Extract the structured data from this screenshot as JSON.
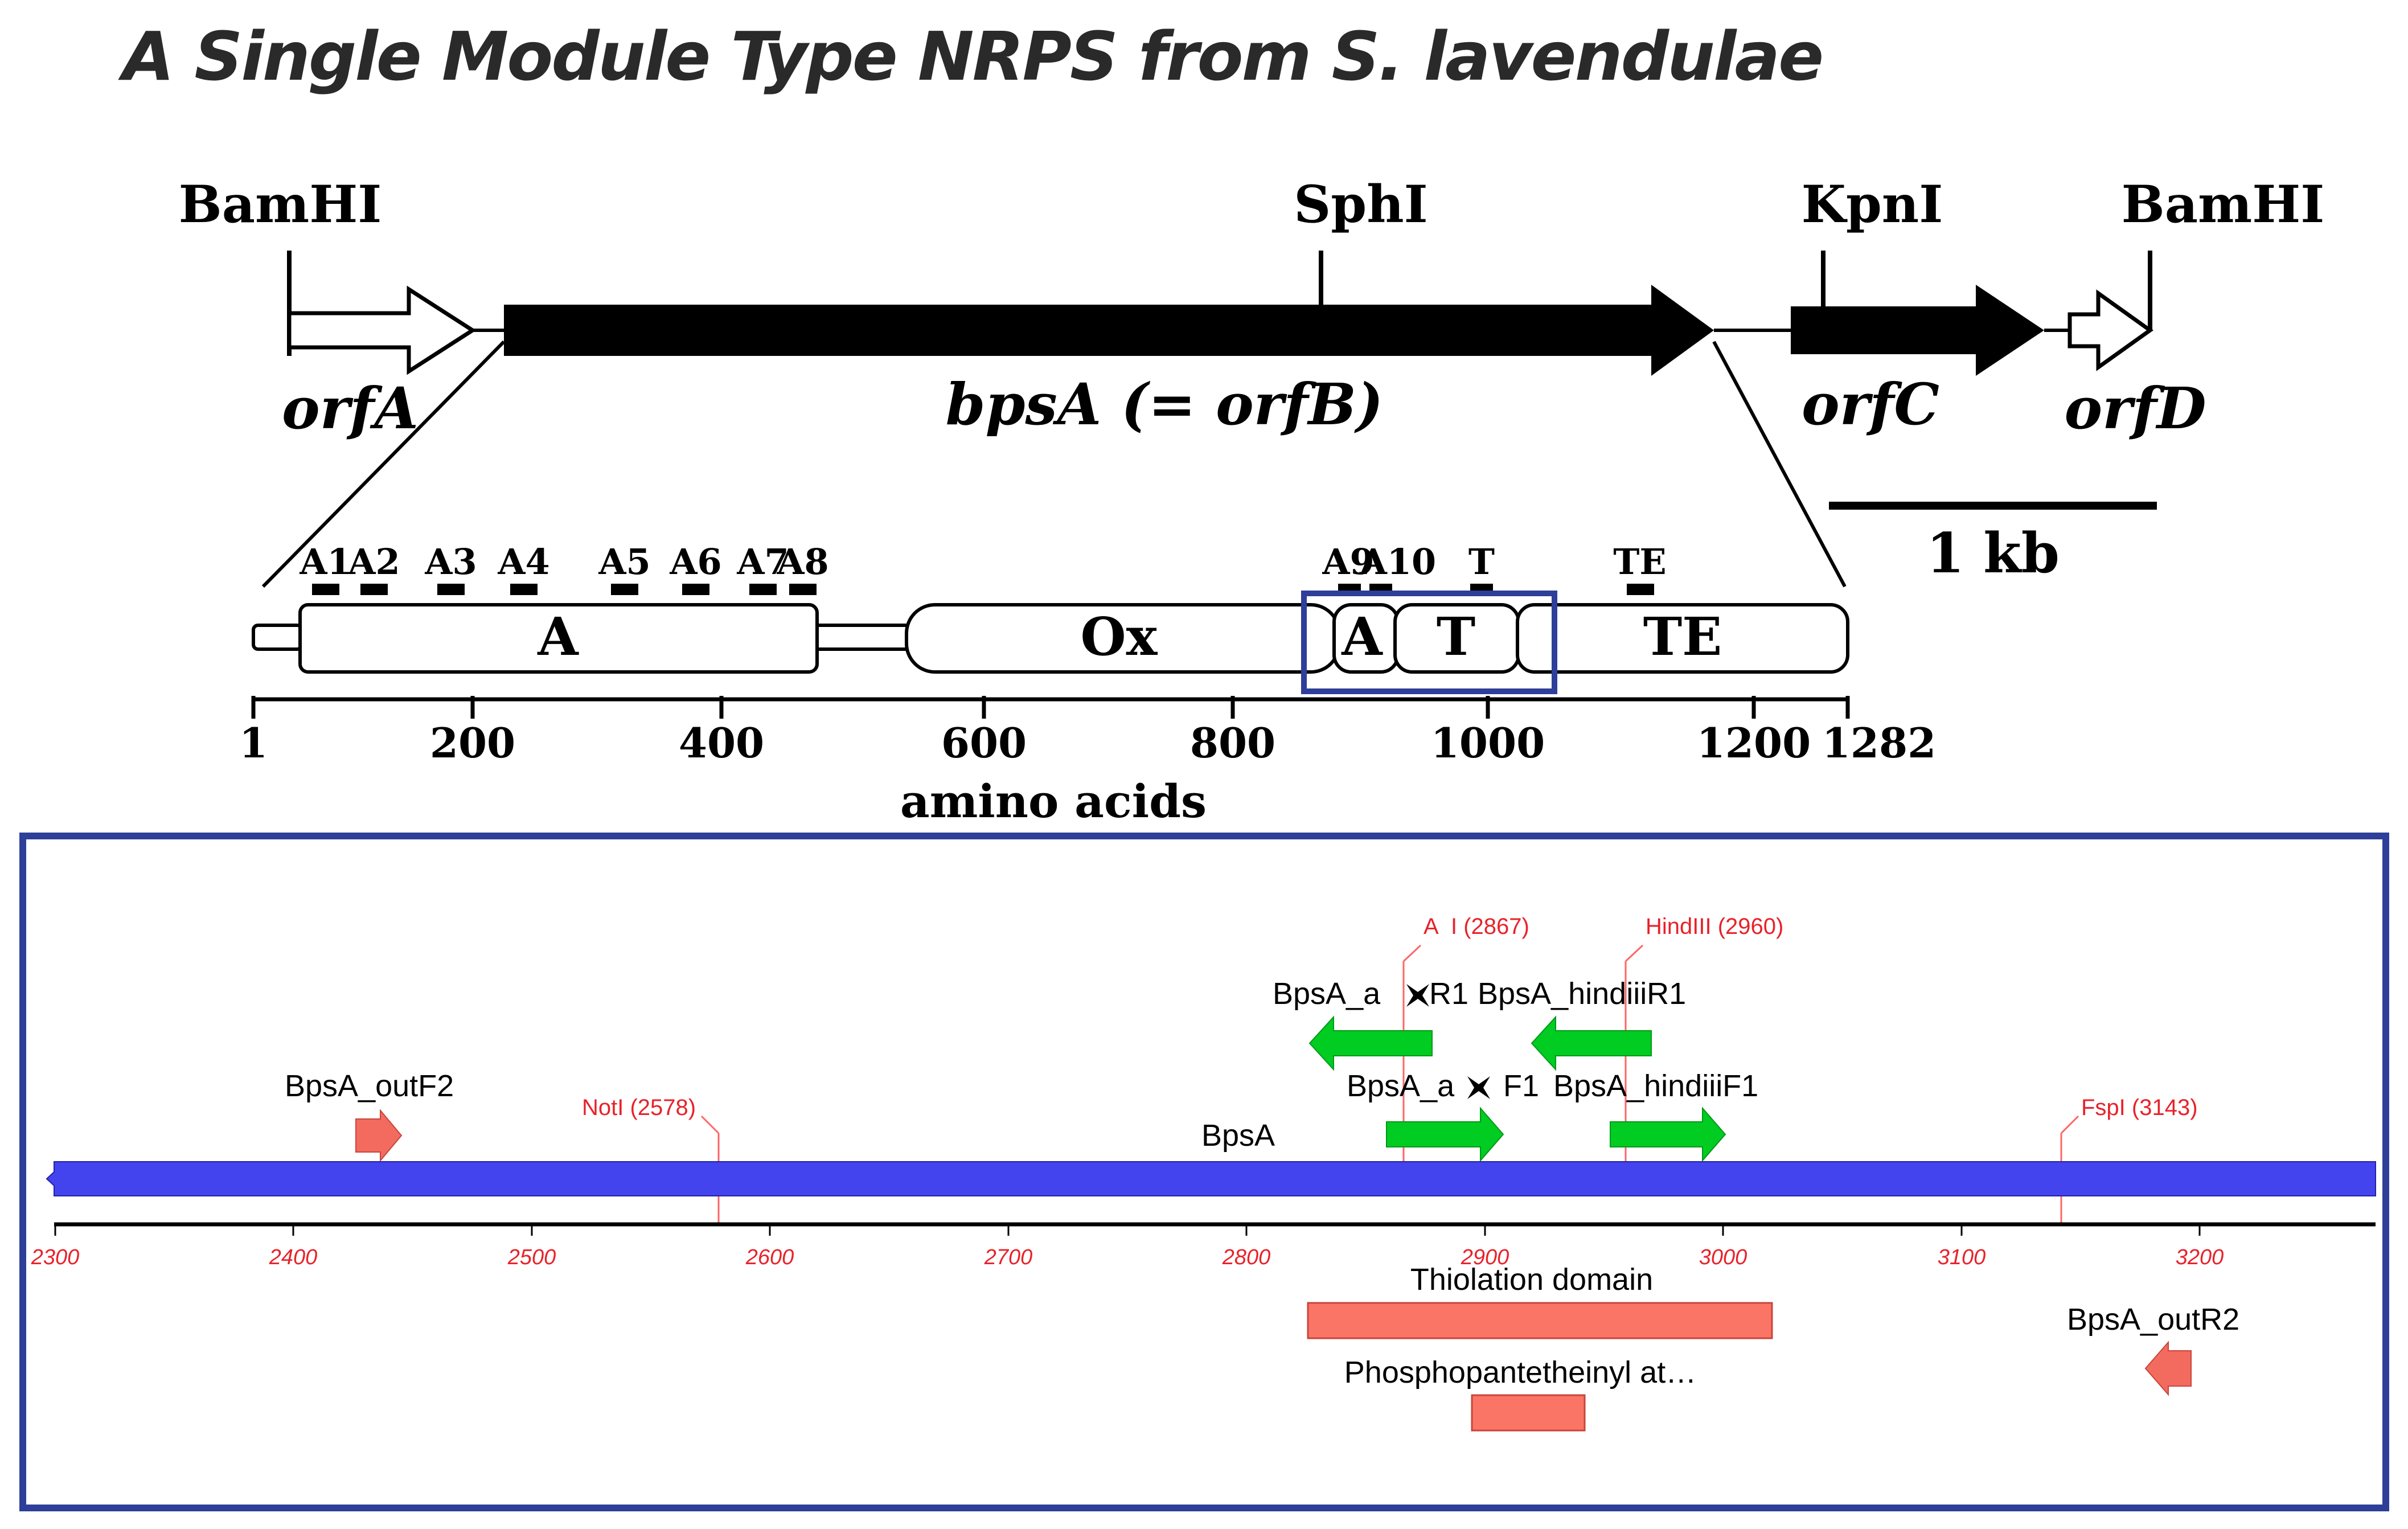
{
  "title": "A Single Module Type NRPS from S. lavendulae",
  "gene_map": {
    "sites": [
      "BamHI",
      "SphI",
      "KpnI",
      "BamHI"
    ],
    "genes": [
      "orfA",
      "bpsA (= orfB)",
      "orfC",
      "orfD"
    ],
    "scale_bar": "1 kb"
  },
  "domain_map": {
    "motifs": [
      "A1",
      "A2",
      "A3",
      "A4",
      "A5",
      "A6",
      "A7",
      "A8",
      "A9",
      "A10",
      "T",
      "TE"
    ],
    "domains": [
      "A",
      "Ox",
      "A",
      "T",
      "TE"
    ],
    "axis_ticks": [
      "1",
      "200",
      "400",
      "600",
      "800",
      "1000",
      "1200",
      "1282"
    ],
    "axis_label": "amino acids"
  },
  "sequence_map": {
    "feature_label": "BpsA",
    "primers": [
      "BpsA_outF2",
      "BpsA_a",
      "R1",
      "BpsA_hindiiiR1",
      "BpsA_a",
      "F1",
      "BpsA_hindiiiF1",
      "BpsA_outR2"
    ],
    "sites": [
      "A",
      "I (2867)",
      "HindIII (2960)",
      "NotI (2578)",
      "FspI (3143)"
    ],
    "ruler": [
      "2300",
      "2400",
      "2500",
      "2600",
      "2700",
      "2800",
      "2900",
      "3000",
      "3100",
      "3200"
    ],
    "domains": [
      "Thiolation domain",
      "Phosphopantetheinyl at…"
    ]
  },
  "colors": {
    "frame": "#2e3f99",
    "backbone": "#4444ee",
    "primer_green": "#00cc22",
    "primer_red": "#f36a5f",
    "domain_bar": "#fa7565",
    "site_red": "#e8222a"
  }
}
